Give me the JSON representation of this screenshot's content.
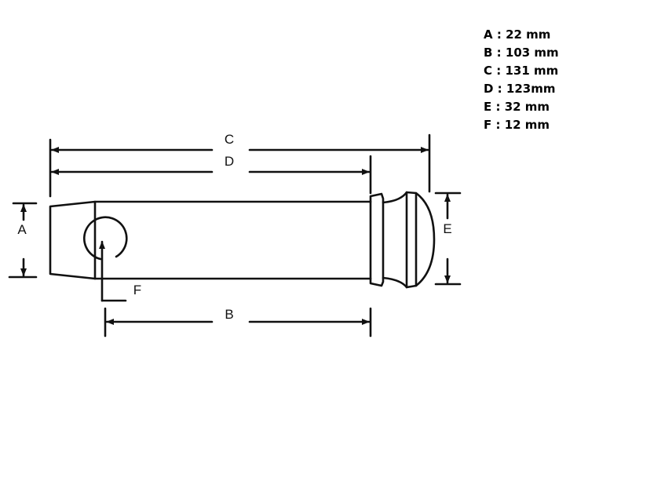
{
  "labels": {
    "a": "A",
    "b": "B",
    "c": "C",
    "d": "D",
    "e": "E",
    "f": "F"
  },
  "legend": [
    {
      "key": "A",
      "value": "22 mm"
    },
    {
      "key": "B",
      "value": "103 mm"
    },
    {
      "key": "C",
      "value": "131 mm"
    },
    {
      "key": "D",
      "value": "123mm"
    },
    {
      "key": "E",
      "value": "32 mm"
    },
    {
      "key": "F",
      "value": "12 mm"
    }
  ],
  "colors": {
    "line": "#111111",
    "background": "#ffffff"
  }
}
